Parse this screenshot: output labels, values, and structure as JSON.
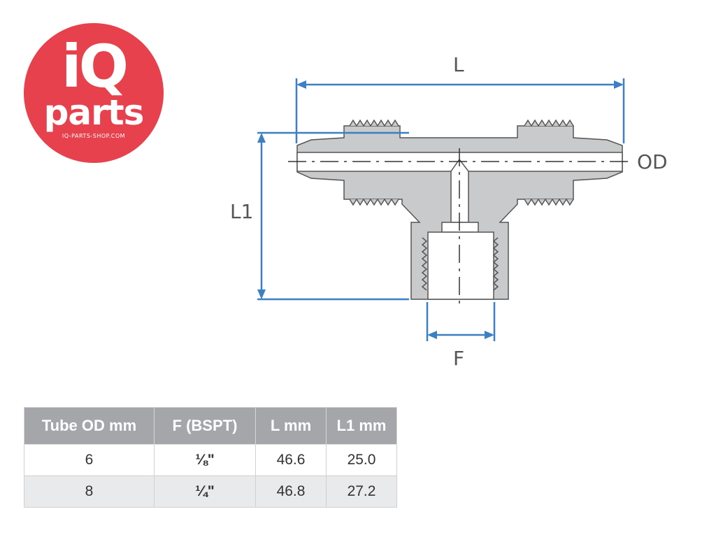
{
  "logo": {
    "brand_top": "iQ",
    "brand_bottom": "parts",
    "website": "IQ-PARTS-SHOP.COM",
    "color": "#e8414e"
  },
  "diagram": {
    "labels": {
      "length": "L",
      "height": "L1",
      "outer_diameter": "OD",
      "thread": "F"
    },
    "dimension_color": "#3b7fc4",
    "body_color": "#c8cacc"
  },
  "table": {
    "headers": [
      "Tube OD mm",
      "F (BSPT)",
      "L mm",
      "L1 mm"
    ],
    "rows": [
      [
        "6",
        "⅛\"",
        "46.6",
        "25.0"
      ],
      [
        "8",
        "¼\"",
        "46.8",
        "27.2"
      ]
    ]
  }
}
